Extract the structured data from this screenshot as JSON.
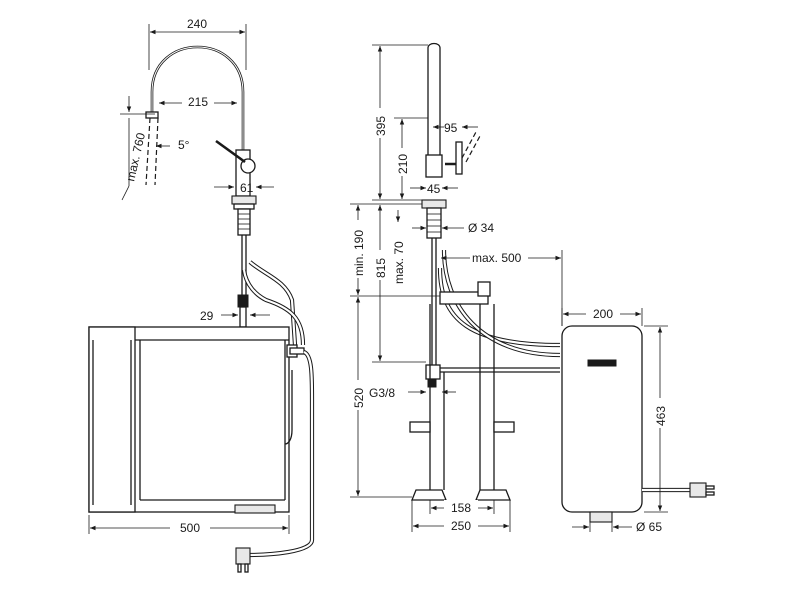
{
  "dimensions": {
    "spout_reach_outer": "240",
    "spout_reach_inner": "215",
    "max_height_pull": "max. 760",
    "spray_angle": "5°",
    "base_width": "61",
    "inlet_width": "29",
    "sink_width": "500",
    "total_height": "395",
    "handle_height": "210",
    "handle_angle": "95",
    "body_width": "45",
    "hole_diameter": "Ø 34",
    "hose_length": "max. 500",
    "min_depth": "min. 190",
    "max_thickness": "max. 70",
    "shank_length": "815",
    "cabinet_height": "520",
    "connection_thread": "G3/8",
    "stand_inner": "158",
    "stand_outer": "250",
    "tank_width": "200",
    "tank_height": "463",
    "foot_diameter": "Ø 65"
  },
  "colors": {
    "line": "#1a1a1a",
    "background": "#ffffff"
  }
}
